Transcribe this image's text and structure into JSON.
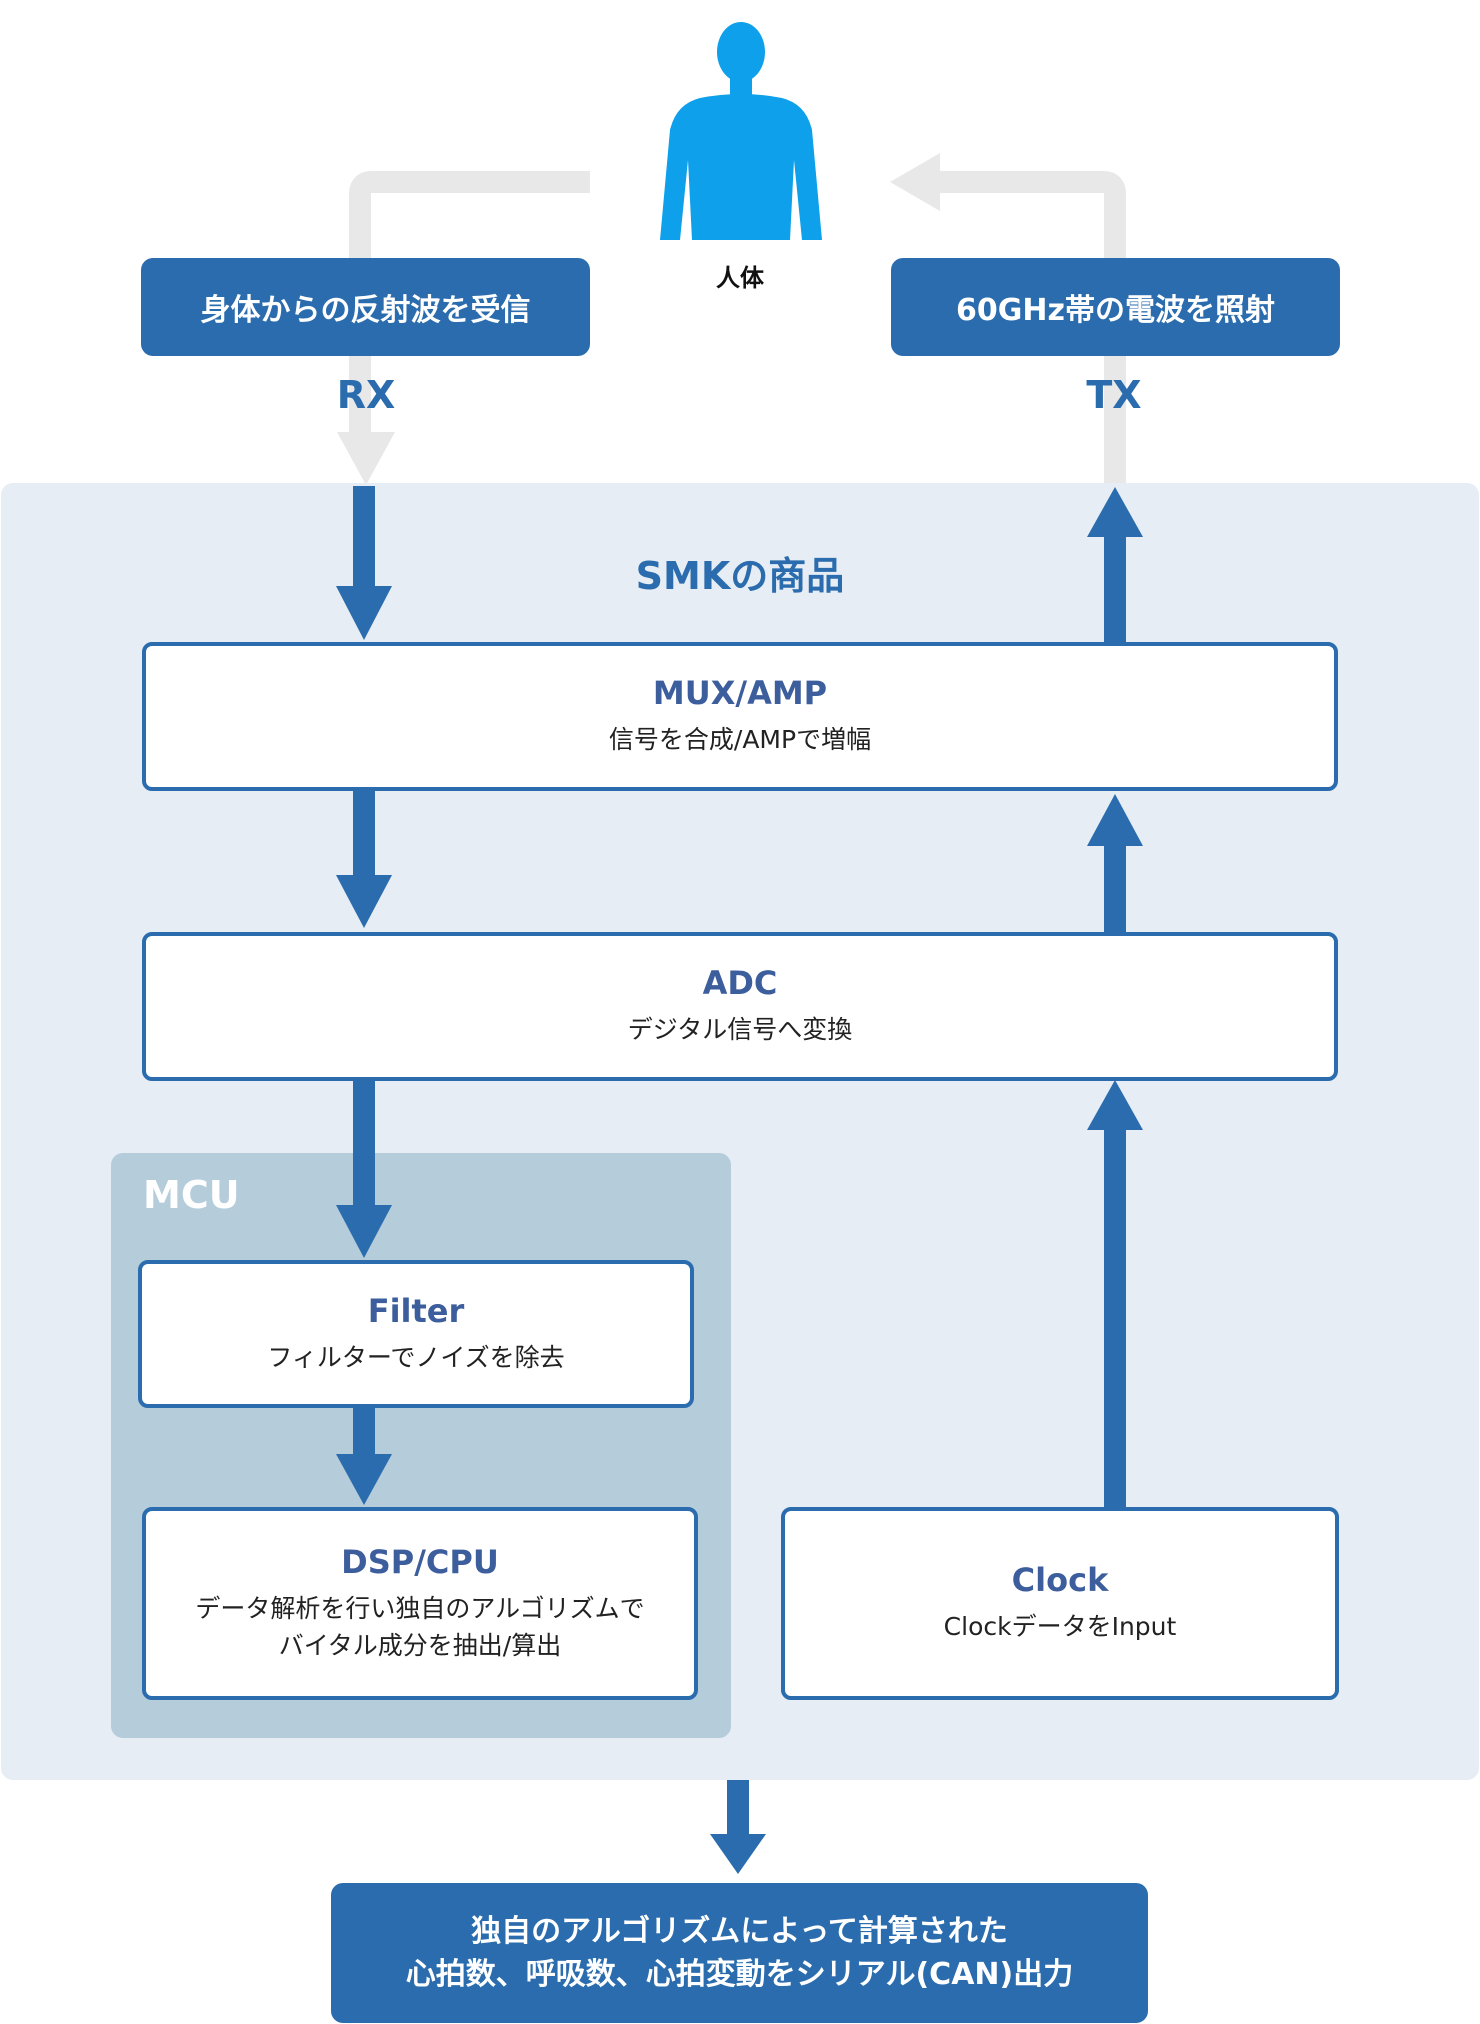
{
  "person": {
    "label": "人体",
    "icon": "human-body-icon",
    "color": "#0ea0ea"
  },
  "inputs": {
    "rx_box": "身体からの反射波を受信",
    "tx_box": "60GHz帯の電波を照射",
    "rx_label": "RX",
    "tx_label": "TX"
  },
  "product": {
    "title": "SMKの商品"
  },
  "mcu": {
    "title": "MCU"
  },
  "blocks": {
    "mux": {
      "title": "MUX/AMP",
      "desc": "信号を合成/AMPで増幅"
    },
    "adc": {
      "title": "ADC",
      "desc": "デジタル信号へ変換"
    },
    "filter": {
      "title": "Filter",
      "desc": "フィルターでノイズを除去"
    },
    "dsp": {
      "title": "DSP/CPU",
      "desc_line1": "データ解析を行い独自のアルゴリズムで",
      "desc_line2": "バイタル成分を抽出/算出"
    },
    "clock": {
      "title": "Clock",
      "desc": "ClockデータをInput"
    }
  },
  "output": {
    "line1": "独自のアルゴリズムによって計算された",
    "line2": "心拍数、呼吸数、心拍変動をシリアル(CAN)出力"
  },
  "colors": {
    "primary": "#2a6cad",
    "panel": "#e6edf4",
    "mcu_panel": "#b5ccdb",
    "wave_arrow": "#e8e8e8"
  }
}
